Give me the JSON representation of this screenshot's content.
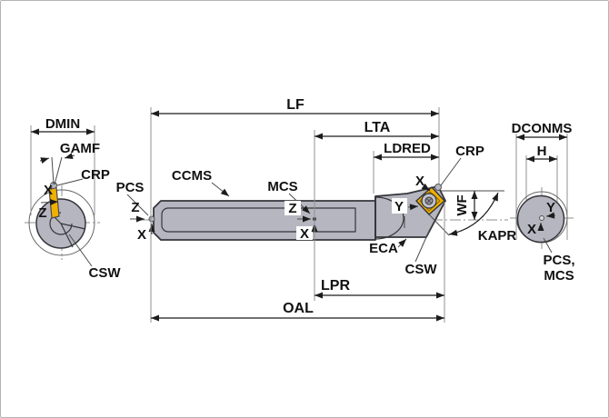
{
  "diagram_title": "boring-bar-dimension-diagram",
  "colors": {
    "body": "#b6b6c0",
    "insert": "#f1b000",
    "outline": "#35353a",
    "screw": "#c2c2cb"
  },
  "labels": {
    "dim_lf": "LF",
    "dim_lta": "LTA",
    "dim_ldred": "LDRED",
    "dim_lpr": "LPR",
    "dim_oal": "OAL",
    "dim_wf": "WF",
    "dim_kapr": "KAPR",
    "dim_dmin": "DMIN",
    "dim_gamf": "GAMF",
    "dim_dconms": "DCONMS",
    "dim_h": "H",
    "ref_crp_left": "CRP",
    "ref_crp_right": "CRP",
    "ref_csw_left": "CSW",
    "ref_csw_right": "CSW",
    "ref_eca": "ECA",
    "ref_pcs": "PCS",
    "ref_ccms": "CCMS",
    "ref_mcs": "MCS",
    "ref_pcs_mcs_line1": "PCS,",
    "ref_pcs_mcs_line2": "MCS",
    "axis_x_left": "X",
    "axis_z_left": "Z",
    "axis_z_pcs": "Z",
    "axis_x_pcs": "X",
    "axis_z_mcs": "Z",
    "axis_x_mcs": "X",
    "axis_x_tip": "X",
    "axis_y_tip": "Y",
    "axis_y_rear": "Y",
    "axis_x_rear": "X"
  }
}
